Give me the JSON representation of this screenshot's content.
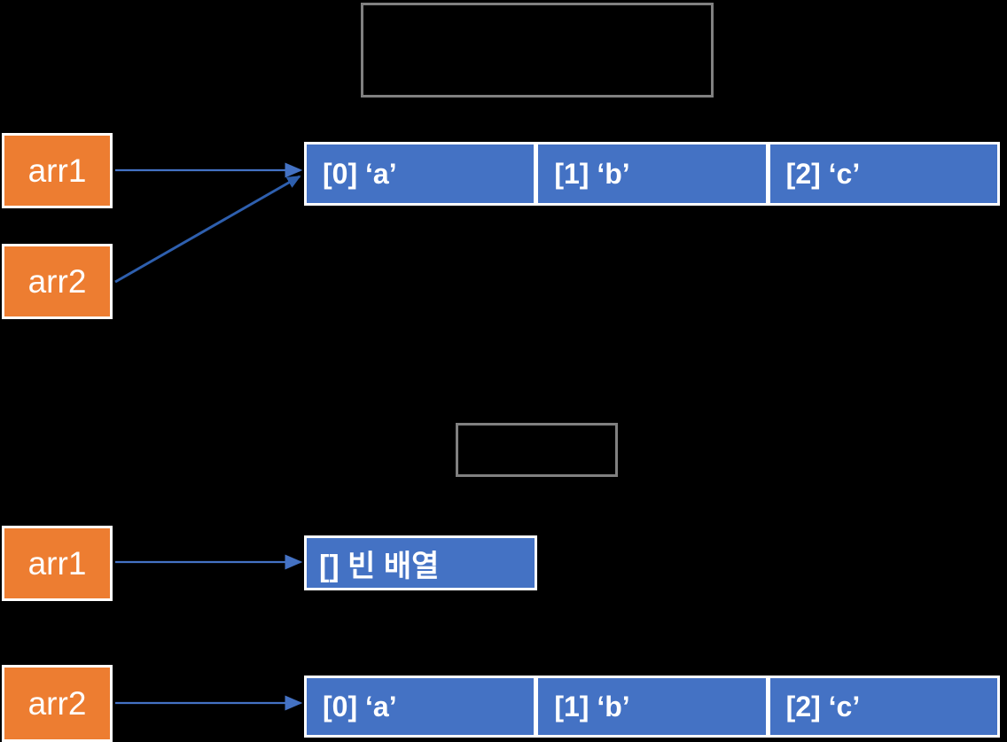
{
  "diagram": {
    "background_color": "#000000",
    "accent_orange": "#ED7D31",
    "accent_blue": "#4472C4",
    "outline_gray": "#808080",
    "border_white": "#FFFFFF"
  },
  "top_section": {
    "caption_box": {
      "label": ""
    },
    "variables": [
      {
        "name": "arr1-label-top",
        "label": "arr1"
      },
      {
        "name": "arr2-label-top",
        "label": "arr2"
      }
    ],
    "array": {
      "cells": [
        {
          "index_label": "[0]",
          "value_label": "‘a’",
          "text": "[0] ‘a’"
        },
        {
          "index_label": "[1]",
          "value_label": "‘b’",
          "text": "[1] ‘b’"
        },
        {
          "index_label": "[2]",
          "value_label": "‘c’",
          "text": "[2] ‘c’"
        }
      ]
    }
  },
  "bottom_section": {
    "caption_box": {
      "label": ""
    },
    "variables": [
      {
        "name": "arr1-label-bottom",
        "label": "arr1"
      },
      {
        "name": "arr2-label-bottom",
        "label": "arr2"
      }
    ],
    "empty_array": {
      "text": "[] 빈 배열"
    },
    "array": {
      "cells": [
        {
          "index_label": "[0]",
          "value_label": "‘a’",
          "text": "[0] ‘a’"
        },
        {
          "index_label": "[1]",
          "value_label": "‘b’",
          "text": "[1] ‘b’"
        },
        {
          "index_label": "[2]",
          "value_label": "‘c’",
          "text": "[2] ‘c’"
        }
      ]
    }
  }
}
